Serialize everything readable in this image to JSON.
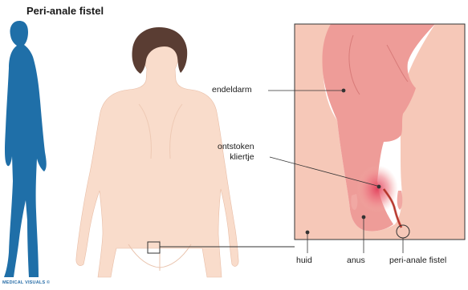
{
  "title": "Peri-anale fistel",
  "credit": "MEDICAL VISUALS ©",
  "labels": {
    "endeldarm": "endeldarm",
    "ontstoken_line1": "ontstoken",
    "ontstoken_line2": "kliertje",
    "huid": "huid",
    "anus": "anus",
    "fistel": "peri-anale fistel"
  },
  "colors": {
    "silhouette": "#1f6fa8",
    "skin": "#f9dccb",
    "hair": "#5a3d33",
    "tissue": "#f6c8b8",
    "rectum": "#ee9c98",
    "inflammation": "#e2415c",
    "frame": "#333333"
  }
}
